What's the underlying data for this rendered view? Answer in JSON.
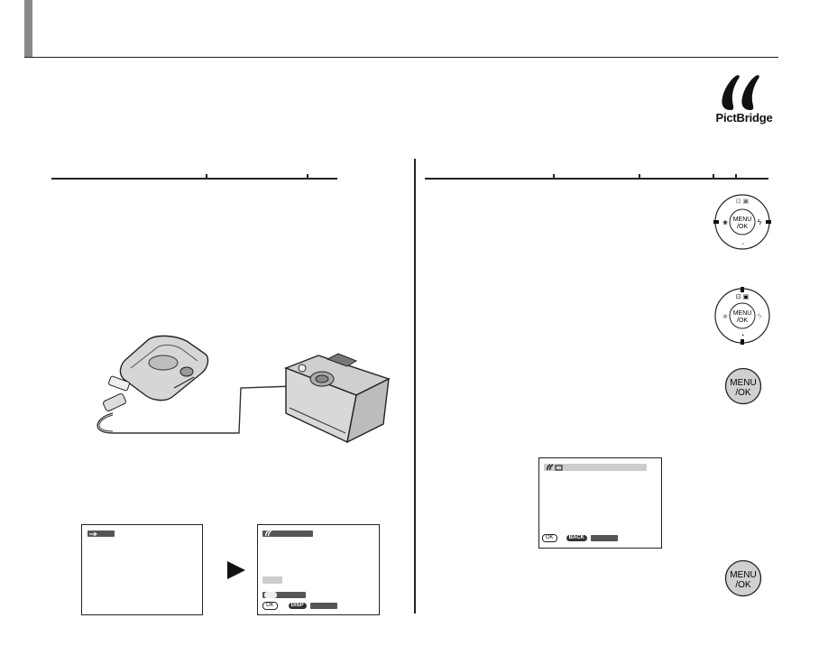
{
  "logo": {
    "text": "PictBridge"
  },
  "screens": {
    "ok_label": "OK",
    "back_label": "BACK",
    "disp_label": "DISP"
  },
  "icons": {
    "usb": "usb-icon",
    "pictbridge": "pictbridge-icon",
    "printer": "printer-icon",
    "menu_ok": "menu-ok-button-icon",
    "selector": "selector-dpad-icon"
  },
  "buttons": {
    "menu_line1": "MENU",
    "menu_line2": "/OK"
  },
  "colors": {
    "accent_bar": "#8a8a8a",
    "rule": "#222222"
  }
}
